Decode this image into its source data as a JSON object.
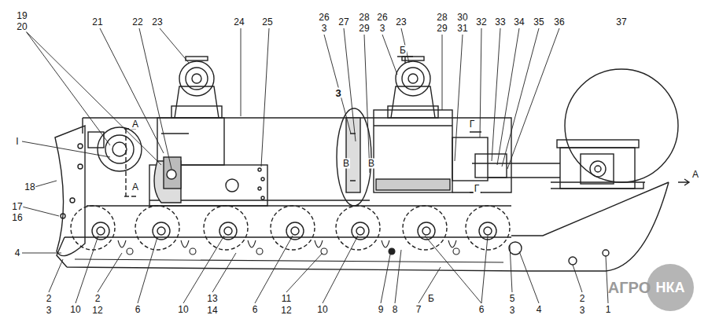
{
  "diagram": {
    "labels": [
      "19",
      "20",
      "21",
      "22",
      "23",
      "24",
      "25",
      "26",
      "3",
      "27",
      "28",
      "29",
      "26",
      "3",
      "23",
      "28",
      "29",
      "30",
      "31",
      "32",
      "33",
      "34",
      "35",
      "36",
      "37",
      "Б",
      "3",
      "А",
      "А",
      "I",
      "В",
      "В",
      "Г",
      "Г",
      "А",
      "18",
      "17",
      "16",
      "4",
      "2",
      "3",
      "10",
      "2",
      "12",
      "6",
      "10",
      "13",
      "14",
      "6",
      "11",
      "12",
      "10",
      "9",
      "8",
      "7",
      "Б",
      "6",
      "5",
      "3",
      "4",
      "2",
      "3",
      "1",
      "АГРО",
      "НКА"
    ]
  }
}
